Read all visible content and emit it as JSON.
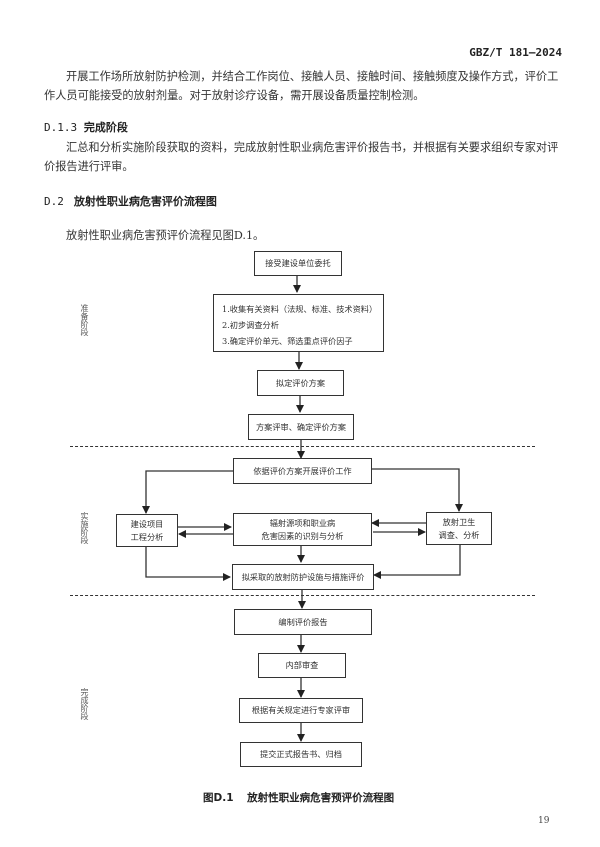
{
  "header": {
    "standard_code": "GBZ/T 181—2024"
  },
  "paragraphs": {
    "p1": "开展工作场所放射防护检测，并结合工作岗位、接触人员、接触时间、接触频度及操作方式，评价工作人员可能接受的放射剂量。对于放射诊疗设备，需开展设备质量控制检测。",
    "p2": "汇总和分析实施阶段获取的资料，完成放射性职业病危害评价报告书，并根据有关要求组织专家对评价报告进行评审。",
    "p3": "放射性职业病危害预评价流程见图D.1。"
  },
  "headings": {
    "d13": {
      "number": "D.1.3",
      "title": "完成阶段"
    },
    "d2": {
      "number": "D.2",
      "title": "放射性职业病危害评价流程图"
    }
  },
  "flowchart": {
    "stages": {
      "prep": "准备阶段",
      "impl": "实施阶段",
      "done": "完成阶段"
    },
    "nodes": {
      "accept": "接受建设单位委托",
      "collect_1": "1.收集有关资料（法规、标准、技术资料）",
      "collect_2": "2.初步调查分析",
      "collect_3": "3.确定评价单元、筛选重点评价因子",
      "draft_plan": "拟定评价方案",
      "review_plan": "方案评审、确定评价方案",
      "conduct": "依据评价方案开展评价工作",
      "project_analysis_1": "建设项目",
      "project_analysis_2": "工程分析",
      "hazard_id_1": "辐射源项和职业病",
      "hazard_id_2": "危害因素的识别与分析",
      "radiation_survey_1": "放射卫生",
      "radiation_survey_2": "调查、分析",
      "protection_eval": "拟采取的放射防护设施与措施评价",
      "compile_report": "编制评价报告",
      "internal_review": "内部审查",
      "expert_review": "根据有关规定进行专家评审",
      "submit": "提交正式报告书、归档"
    }
  },
  "caption": {
    "number": "图D.1",
    "title": "放射性职业病危害预评价流程图"
  },
  "footer": {
    "page_number": "19"
  }
}
